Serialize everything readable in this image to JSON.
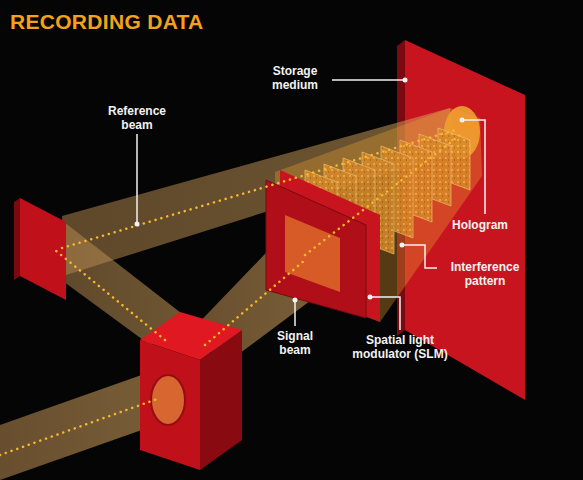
{
  "diagram": {
    "title": "RECORDING DATA",
    "labels": [
      "Storage medium",
      "Reference beam",
      "Hologram",
      "Interference pattern",
      "Signal beam",
      "Spatial light modulator (SLM)"
    ]
  }
}
